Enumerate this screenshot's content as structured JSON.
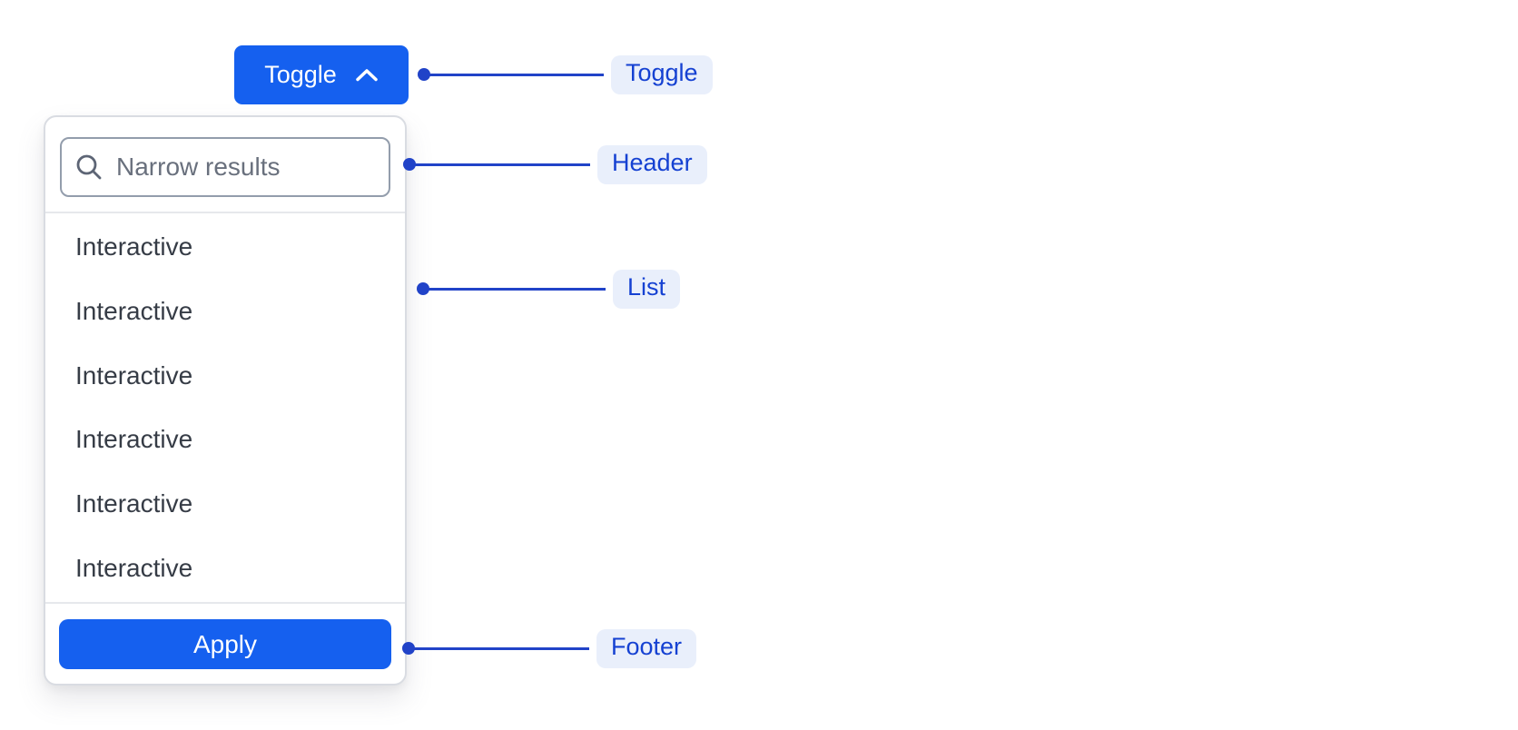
{
  "component": {
    "toggle_button": {
      "label": "Toggle",
      "icon": "chevron-up-icon"
    },
    "dropdown": {
      "header": {
        "search_placeholder": "Narrow results",
        "icon": "search-icon"
      },
      "list": {
        "items": [
          "Interactive",
          "Interactive",
          "Interactive",
          "Interactive",
          "Interactive",
          "Interactive"
        ]
      },
      "footer": {
        "apply_label": "Apply"
      }
    }
  },
  "annotations": {
    "toggle": "Toggle",
    "header": "Header",
    "list": "List",
    "footer": "Footer"
  },
  "colors": {
    "primary_blue": "#1560EF",
    "annotation_blue": "#2143C8",
    "annotation_text": "#1541D2",
    "annotation_pill_bg": "#E9EFFB",
    "item_text": "#363C46",
    "placeholder_text": "#69707D",
    "panel_border": "#D9DCE2",
    "input_border": "#939DAC",
    "divider": "#E6E8EC"
  }
}
